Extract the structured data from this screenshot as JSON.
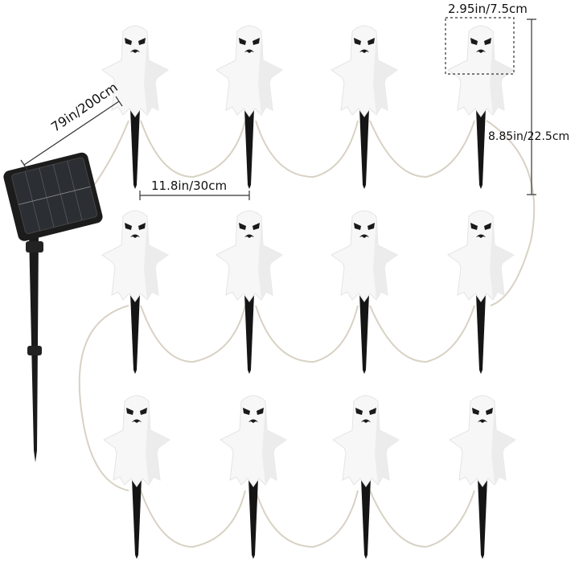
{
  "product": {
    "description": "Solar powered ghost stake string lights",
    "ghost_count": 12,
    "rows": 3,
    "columns": 4,
    "colors": {
      "ghost_body": "#f7f7f7",
      "ghost_shadow": "#e2e2e2",
      "ghost_face": "#1a1a1a",
      "stake": "#151515",
      "wire": "#d8d2c4",
      "solar_frame": "#1c1c1c",
      "solar_cell": "#2b2e33",
      "dimension_line": "#333333"
    }
  },
  "dimensions": {
    "ghost_width": "2.95in/7.5cm",
    "ghost_height": "8.85in/22.5cm",
    "spacing": "11.8in/30cm",
    "lead_wire": "79in/200cm"
  }
}
